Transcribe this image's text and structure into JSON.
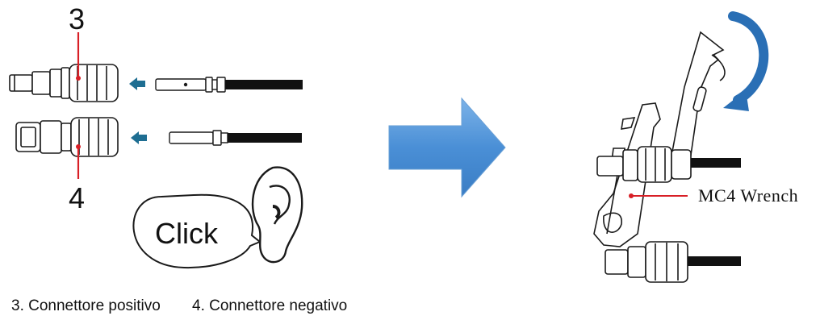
{
  "labels": {
    "number_top": "3",
    "number_bottom": "4",
    "click_text": "Click",
    "wrench_label": "MC4 Wrench",
    "caption_positive": "3. Connettore positivo",
    "caption_negative": "4. Connettore negativo"
  },
  "colors": {
    "leader_line": "#d81f26",
    "small_arrow": "#1e6e92",
    "big_arrow_fill": "#4a90d9",
    "curved_arrow": "#2a6fb5",
    "cable": "#111111",
    "outline": "#1a1a1a"
  },
  "icons": [
    "ear-icon",
    "speech-bubble",
    "rotate-arrow-icon",
    "right-arrow-icon"
  ]
}
